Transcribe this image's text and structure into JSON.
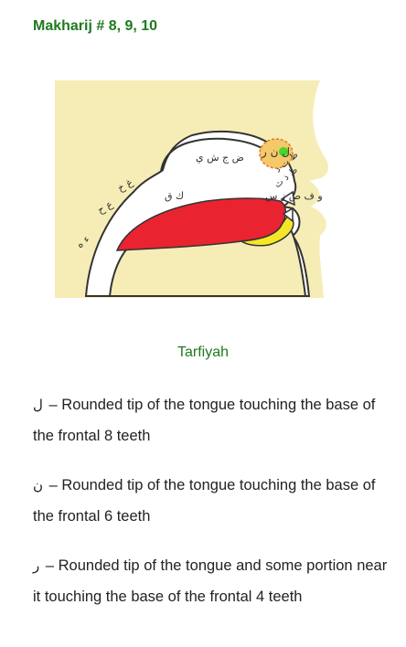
{
  "heading": "Makharij # 8, 9, 10",
  "diagram": {
    "labels": {
      "palate_letters": "ض ج ش ي",
      "uvula_letters": "غ خ",
      "throat_mid": "ع ح",
      "throat_low": "ء ه",
      "back_tongue": "ك ق",
      "tip_letters": "ط ت د",
      "dental_letters": "ظ ذ ث",
      "lip_letters": "و ف ص ز س",
      "highlight_letters": "ل ن ر"
    },
    "colors": {
      "skin": "#f6edb6",
      "tongue": "#ea2330",
      "tongue_tip": "#f5e627",
      "highlight": "#f5c86a",
      "point": "#44d62c"
    }
  },
  "caption": "Tarfiyah",
  "items": [
    {
      "letter": "ل",
      "dash": "–",
      "text": "Rounded tip of the tongue touching the base of the frontal 8 teeth"
    },
    {
      "letter": "ن",
      "dash": "–",
      "text": "Rounded tip of the tongue touching the base of the frontal 6 teeth"
    },
    {
      "letter": "ر",
      "dash": "–",
      "text": "Rounded tip of the tongue and some portion near it touching the base of the frontal 4 teeth"
    }
  ]
}
